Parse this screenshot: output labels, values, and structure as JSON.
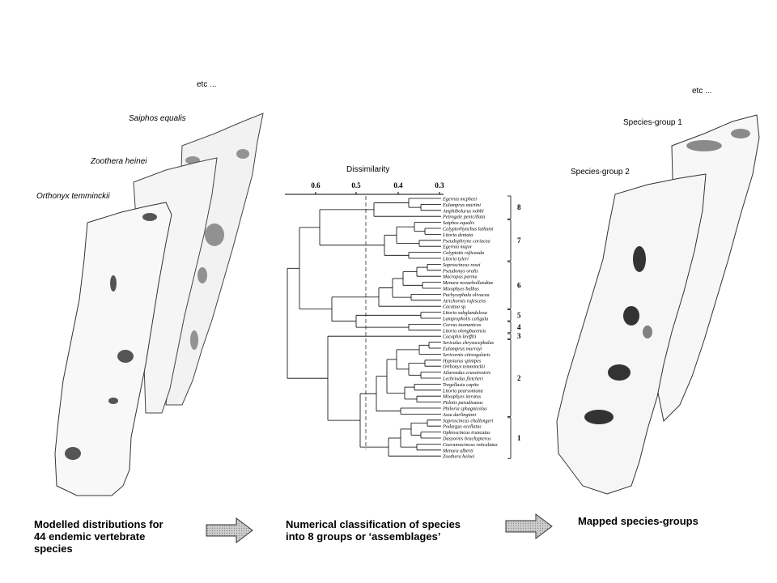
{
  "left_panel": {
    "etc": "etc ...",
    "layers": [
      "Saiphos equalis",
      "Zoothera heinei",
      "Orthonyx temminckii"
    ],
    "caption_lines": [
      "Modelled distributions for",
      "44 endemic vertebrate",
      "species"
    ]
  },
  "middle_panel": {
    "axis_title": "Dissimilarity",
    "ticks": [
      "0.6",
      "0.5",
      "0.4",
      "0.3"
    ],
    "species": [
      "Egernia mcpheei",
      "Eulamprus martini",
      "Amphibolurus nobbi",
      "Petrogale penicillata",
      "Saiphos equalis",
      "Calyptorhynchus lathami",
      "Litoria dentata",
      "Pseudophryne coriacea",
      "Egernia major",
      "Calyptotis ruficauda",
      "Litoria tyleri",
      "Saproscincus rosei",
      "Pseudomys oralis",
      "Macropus parma",
      "Menura novaehollandiae",
      "Mixophyes balbus",
      "Pachycephala olivacea",
      "Atrichornis rufescens",
      "Cacatua sp.",
      "Litoria subglandulosa",
      "Lampropholis caligula",
      "Corvus tasmanicus",
      "Litoria olongburensis",
      "Cacophis krefftii",
      "Sericulus chrysocephalus",
      "Eulamprus murrayi",
      "Sericornis citreogularis",
      "Hypsiurus spinipes",
      "Orthonyx temminckii",
      "Ailuroedus crassirostris",
      "Lechriodus fletcheri",
      "Tregellasia capito",
      "Litoria pearsoniana",
      "Mixophyes iteratus",
      "Ptilotis paradisaeus",
      "Philoria sphagnicolus",
      "Assa darlingtoni",
      "Saproscincus challengeri",
      "Podargus ocellatus",
      "Ophioscincus truncatus",
      "Dasyornis brachypterus",
      "Coeranoscincus reticulatus",
      "Menura alberti",
      "Zoothera heinei"
    ],
    "groups": [
      "8",
      "7",
      "6",
      "5",
      "4",
      "3",
      "2",
      "1"
    ],
    "caption_lines": [
      "Numerical classification of species",
      "into 8 groups or ‘assemblages’"
    ]
  },
  "right_panel": {
    "etc": "etc ...",
    "layers": [
      "Species-group 1",
      "Species-group 2"
    ],
    "caption_lines": [
      "Mapped species-groups"
    ]
  }
}
